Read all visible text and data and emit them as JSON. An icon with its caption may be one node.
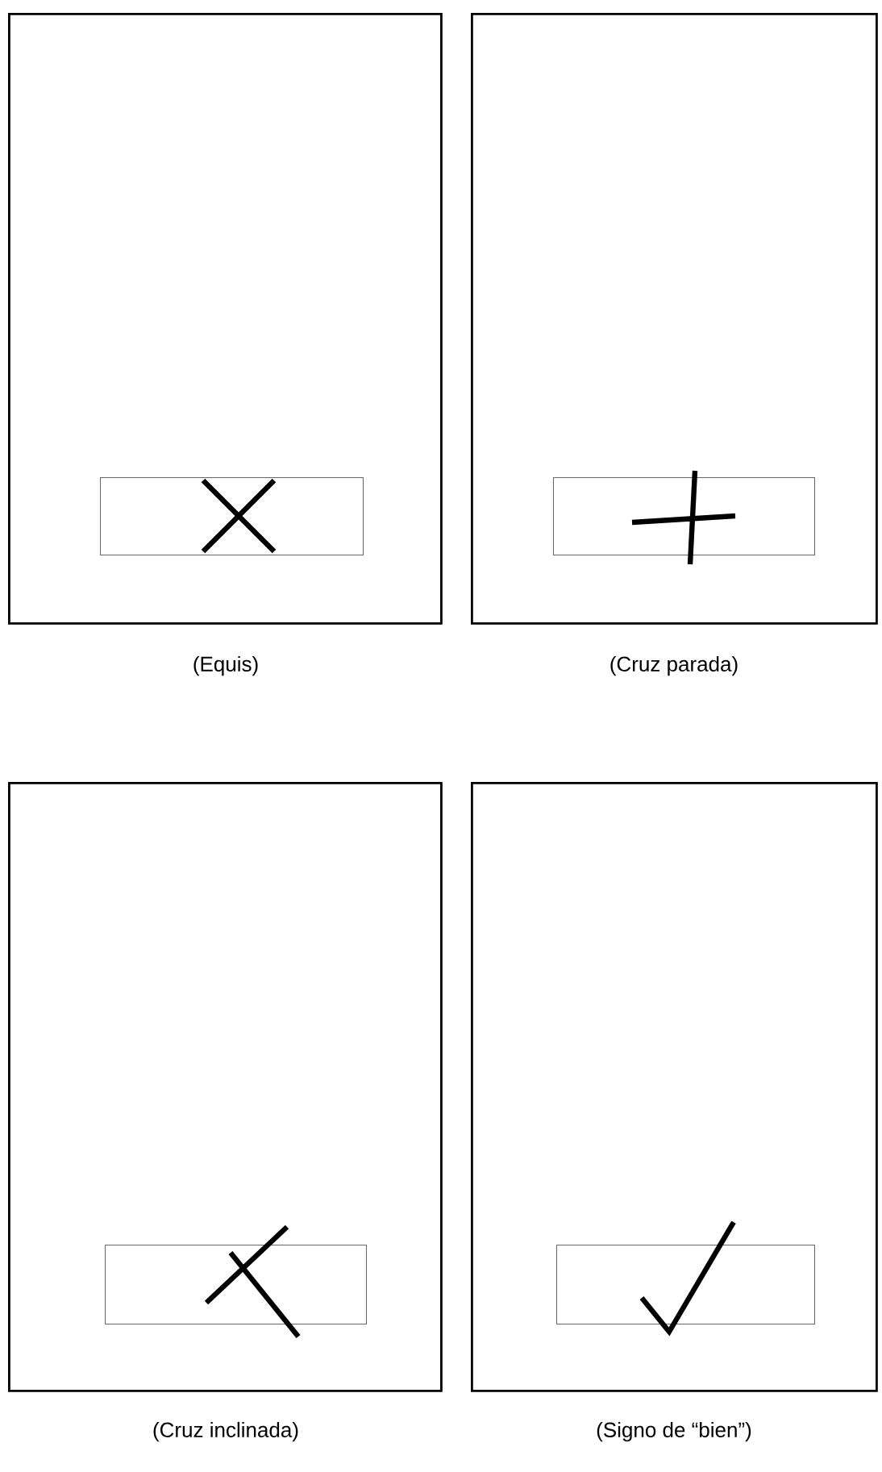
{
  "diagram": {
    "nodes": [
      {
        "text": [],
        "shape": "box",
        "beside": [
          "(Equis)"
        ]
      },
      {
        "text": [],
        "shape": "box",
        "in": 0
      },
      {
        "text": [],
        "shape": "box",
        "beside": [
          "(Cruz parada)"
        ]
      },
      {
        "text": [],
        "shape": "box",
        "in": 2
      },
      {
        "text": [],
        "shape": "box",
        "beside": [
          "(Cruz inclinada)"
        ]
      },
      {
        "text": [],
        "shape": "box",
        "in": 4
      },
      {
        "text": [],
        "shape": "box",
        "beside": [
          "(Signo de “bien”)"
        ]
      },
      {
        "text": [],
        "shape": "box",
        "in": 6
      }
    ]
  }
}
